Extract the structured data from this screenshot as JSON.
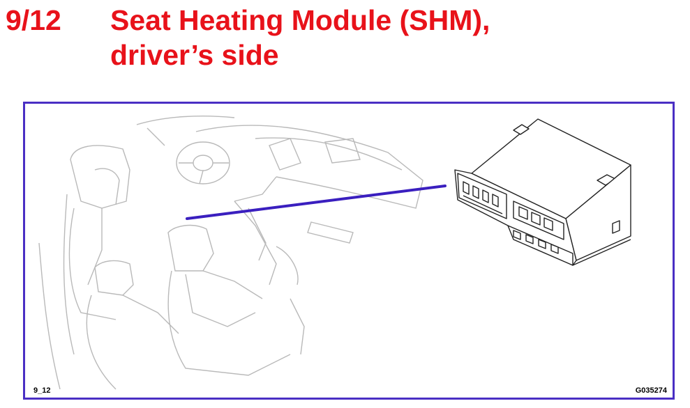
{
  "header": {
    "number": "9/12",
    "title_line1": "Seat Heating Module (SHM),",
    "title_line2": "driver’s side"
  },
  "figure": {
    "code_left": "9_12",
    "code_right": "G035274"
  },
  "colors": {
    "title": "#e8121a",
    "frame": "#4a2fc4",
    "pointer": "#3a1fbf",
    "linework": "#b9b9b9",
    "module": "#222222"
  }
}
